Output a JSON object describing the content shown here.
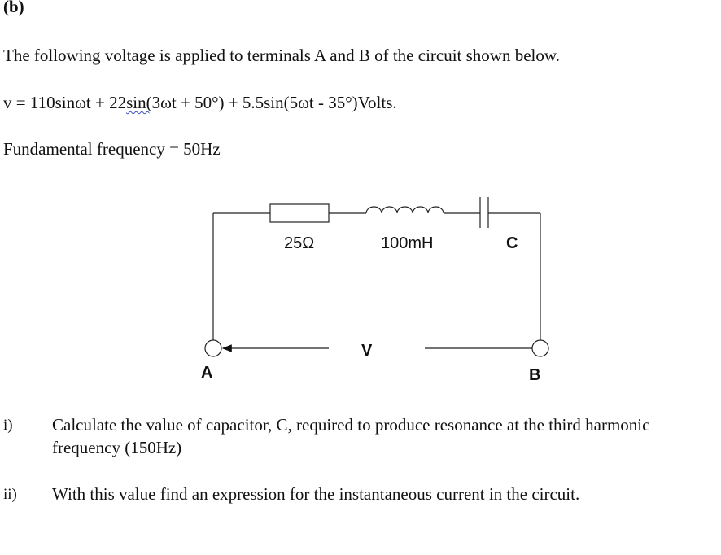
{
  "section_label": "(b)",
  "intro": "The following voltage is applied to terminals A and B of the circuit shown below.",
  "equation": {
    "before": "v = 110sinωt + 22",
    "underlined": "sin(",
    "after": "3ωt + 50°) + 5.5sin(5ωt - 35°)Volts."
  },
  "frequency_line": "Fundamental frequency = 50Hz",
  "circuit": {
    "resistor_label": "25Ω",
    "inductor_label": "100mH",
    "capacitor_label": "C",
    "voltage_label": "V",
    "terminal_a_label": "A",
    "terminal_b_label": "B"
  },
  "questions": [
    {
      "number": "i)",
      "text": "Calculate the value of capacitor, C, required to produce resonance at the third harmonic frequency (150Hz)"
    },
    {
      "number": "ii)",
      "text": "With this value find an expression for the instantaneous current in the circuit."
    }
  ]
}
